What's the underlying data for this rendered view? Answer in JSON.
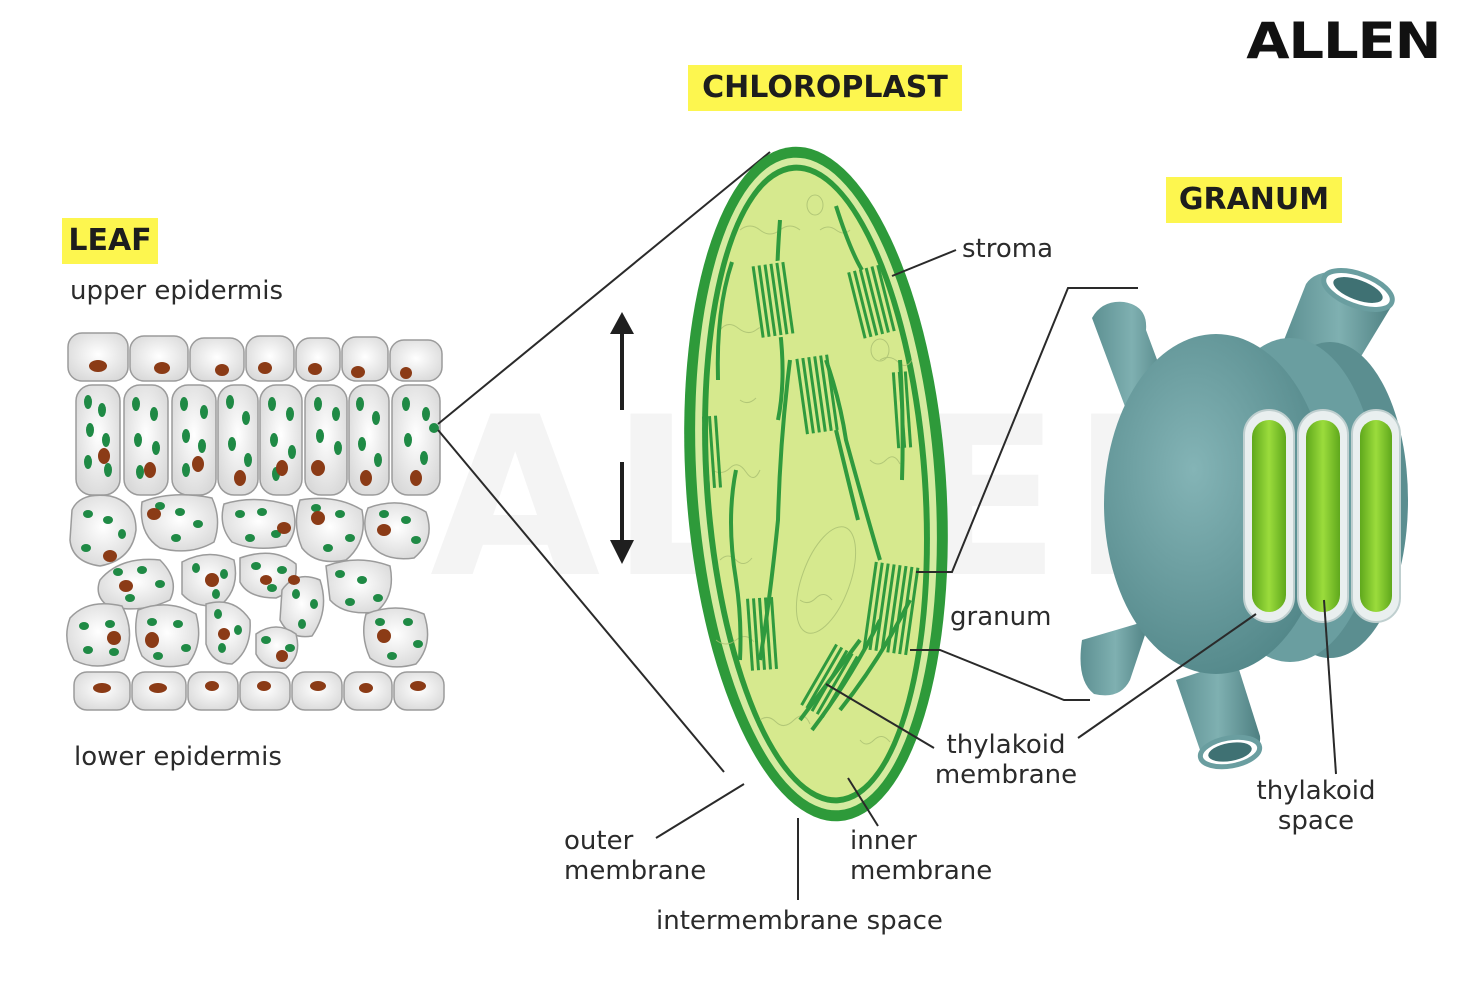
{
  "logo": "ALLEN",
  "watermark": "ALLEN",
  "titles": {
    "leaf": "LEAF",
    "chloroplast": "CHLOROPLAST",
    "granum": "GRANUM"
  },
  "leaf_labels": {
    "upper": "upper epidermis",
    "lower": "lower epidermis"
  },
  "chloroplast_labels": {
    "stroma": "stroma",
    "granum": "granum",
    "thylakoid_membrane_1": "thylakoid",
    "thylakoid_membrane_2": "membrane",
    "outer_membrane_1": "outer",
    "outer_membrane_2": "membrane",
    "inner_membrane_1": "inner",
    "inner_membrane_2": "membrane",
    "intermembrane_space": "intermembrane space"
  },
  "granum_labels": {
    "thylakoid_space_1": "thylakoid",
    "thylakoid_space_2": "space"
  },
  "colors": {
    "highlight": "#fdf64f",
    "outer_membrane": "#2e9a3a",
    "stroma": "#d6e98e",
    "thylakoid": "#3aa848",
    "granum_body": "#6a9ea0",
    "thylakoid_space": "#7ccb2c",
    "chloroplast_dot": "#1f8a45",
    "nucleus": "#8b3b16"
  }
}
